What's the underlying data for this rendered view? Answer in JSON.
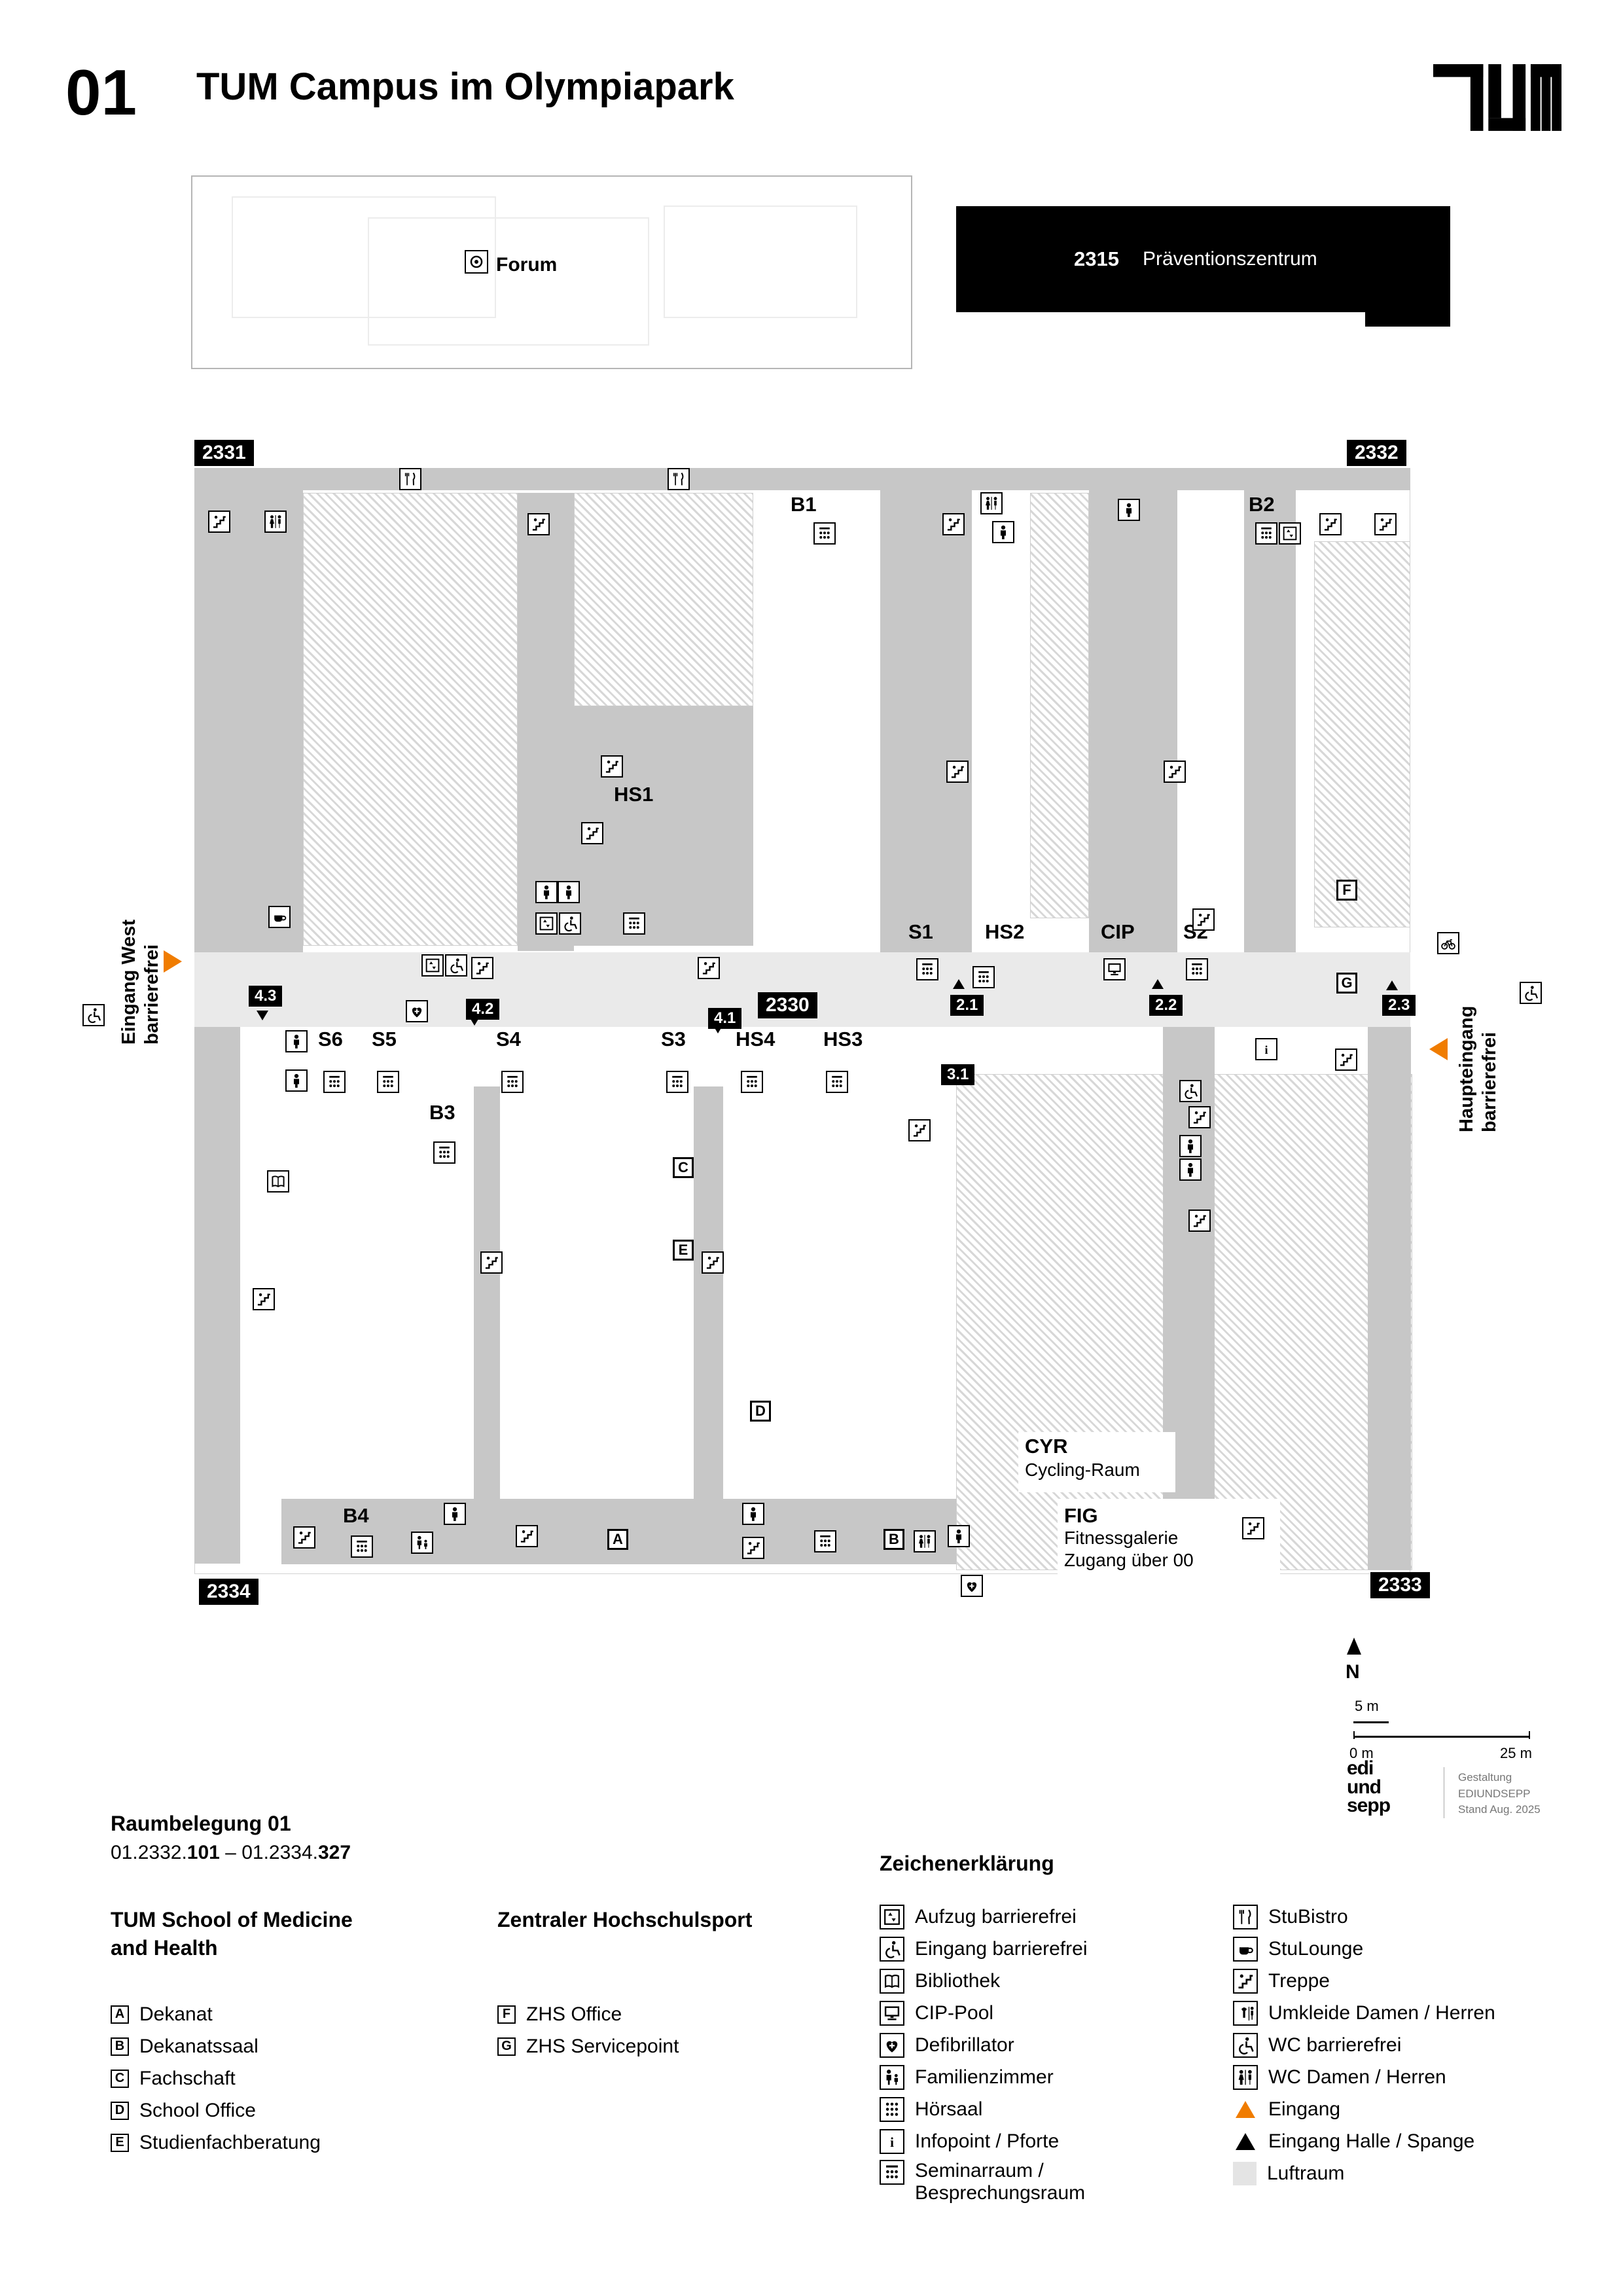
{
  "colors": {
    "accent": "#f07c00",
    "wall": "#c7c7c7",
    "corridor": "#eaeaea",
    "black": "#000000"
  },
  "header": {
    "page_number": "01",
    "title": "TUM Campus im Olympiapark",
    "logo": "TUM"
  },
  "overview": {
    "label": "Forum",
    "shapes": [
      [
        352,
        298,
        404,
        186
      ],
      [
        560,
        330,
        430,
        196
      ],
      [
        1012,
        312,
        296,
        172
      ]
    ]
  },
  "highlight": {
    "number": "2315",
    "label": "Präventionszentrum"
  },
  "plan": {
    "entrances": {
      "west1": "Eingang West",
      "west2": "barrierefrei",
      "main1": "Haupteingang",
      "main2": "barrierefrei"
    },
    "areas": [
      [
        "base",
        297,
        715,
        1858,
        1690
      ],
      [
        "wall",
        297,
        715,
        1858,
        34
      ],
      [
        "wall",
        297,
        749,
        166,
        706
      ],
      [
        "hatch",
        463,
        753,
        328,
        692
      ],
      [
        "wall",
        791,
        753,
        86,
        700
      ],
      [
        "hatch",
        877,
        753,
        274,
        326
      ],
      [
        "wall",
        877,
        1079,
        274,
        366
      ],
      [
        "wall",
        1345,
        749,
        140,
        706
      ],
      [
        "hatch",
        1574,
        753,
        90,
        650
      ],
      [
        "wall",
        1664,
        749,
        135,
        706
      ],
      [
        "wall",
        1901,
        749,
        79,
        706
      ],
      [
        "hatch",
        2008,
        827,
        147,
        590
      ],
      [
        "corridor",
        297,
        1455,
        1858,
        114
      ],
      [
        "wall",
        297,
        1569,
        70,
        820
      ],
      [
        "hatch",
        1461,
        1641,
        697,
        758
      ],
      [
        "wall",
        1777,
        1569,
        79,
        790
      ],
      [
        "wall",
        724,
        1660,
        40,
        630
      ],
      [
        "wall",
        1060,
        1660,
        45,
        630
      ],
      [
        "wall",
        430,
        2290,
        1031,
        100
      ],
      [
        "wall",
        2090,
        1569,
        66,
        830
      ],
      [
        "white",
        1556,
        2188,
        240,
        92
      ],
      [
        "white",
        1616,
        2290,
        340,
        122
      ]
    ],
    "labels": [
      [
        "B1",
        1208,
        755,
        "room"
      ],
      [
        "B2",
        1908,
        755,
        "room"
      ],
      [
        "HS1",
        938,
        1198,
        "room"
      ],
      [
        "S1",
        1388,
        1408,
        "room"
      ],
      [
        "HS2",
        1505,
        1408,
        "room"
      ],
      [
        "CIP",
        1682,
        1408,
        "room"
      ],
      [
        "S2",
        1808,
        1408,
        "room"
      ],
      [
        "S6",
        486,
        1572,
        "room"
      ],
      [
        "S5",
        568,
        1572,
        "room"
      ],
      [
        "S4",
        758,
        1572,
        "room"
      ],
      [
        "S3",
        1010,
        1572,
        "room"
      ],
      [
        "HS4",
        1124,
        1572,
        "room"
      ],
      [
        "HS3",
        1258,
        1572,
        "room"
      ],
      [
        "B3",
        656,
        1684,
        "room"
      ],
      [
        "B4",
        524,
        2300,
        "room"
      ],
      [
        "CYR",
        1566,
        2194,
        "room"
      ],
      [
        "Cycling-Raum",
        1566,
        2232,
        "sub"
      ],
      [
        "FIG",
        1626,
        2300,
        "room"
      ],
      [
        "Fitnessgalerie",
        1626,
        2336,
        "sub"
      ],
      [
        "Zugang über 00",
        1626,
        2370,
        "sub"
      ]
    ],
    "badges": [
      [
        "2331",
        297,
        672,
        "corner"
      ],
      [
        "2332",
        2058,
        672,
        "corner"
      ],
      [
        "2334",
        304,
        2412,
        "corner"
      ],
      [
        "2333",
        2094,
        2402,
        "corner"
      ],
      [
        "2330",
        1158,
        1516,
        "corner"
      ],
      [
        "4.3",
        380,
        1506,
        "badge"
      ],
      [
        "4.2",
        712,
        1526,
        "badge"
      ],
      [
        "4.1",
        1082,
        1540,
        "badge"
      ],
      [
        "2.1",
        1452,
        1520,
        "badge"
      ],
      [
        "2.2",
        1756,
        1520,
        "badge"
      ],
      [
        "2.3",
        2112,
        1520,
        "badge"
      ],
      [
        "3.1",
        1438,
        1626,
        "badge"
      ]
    ],
    "letters": [
      [
        "A",
        928,
        2336
      ],
      [
        "B",
        1350,
        2336
      ],
      [
        "C",
        1028,
        1768
      ],
      [
        "D",
        1146,
        2140
      ],
      [
        "E",
        1028,
        1894
      ],
      [
        "F",
        2042,
        1344
      ],
      [
        "G",
        2042,
        1486
      ]
    ],
    "icons": [
      [
        "bistro",
        610,
        715
      ],
      [
        "bistro",
        1020,
        715
      ],
      [
        "stairs",
        318,
        780
      ],
      [
        "wc",
        404,
        780
      ],
      [
        "stairs",
        806,
        784
      ],
      [
        "seminar",
        1243,
        798
      ],
      [
        "stairs",
        1440,
        784
      ],
      [
        "wc",
        1498,
        752
      ],
      [
        "person",
        1516,
        796
      ],
      [
        "person",
        1708,
        762
      ],
      [
        "seminar",
        1918,
        798
      ],
      [
        "elevator",
        1954,
        798
      ],
      [
        "stairs",
        2016,
        784
      ],
      [
        "stairs",
        2100,
        784
      ],
      [
        "stairs",
        918,
        1154
      ],
      [
        "stairs",
        888,
        1256
      ],
      [
        "stairs",
        1446,
        1162
      ],
      [
        "stairs",
        1778,
        1162
      ],
      [
        "person",
        818,
        1346
      ],
      [
        "person",
        852,
        1346
      ],
      [
        "elevator",
        818,
        1394
      ],
      [
        "wheelchair",
        854,
        1394
      ],
      [
        "seminar",
        952,
        1394
      ],
      [
        "lounge",
        410,
        1384
      ],
      [
        "stairs",
        1822,
        1388
      ],
      [
        "elevator",
        644,
        1458
      ],
      [
        "wheelchair",
        680,
        1458
      ],
      [
        "defib",
        620,
        1528
      ],
      [
        "stairs",
        720,
        1462
      ],
      [
        "stairs",
        1066,
        1462
      ],
      [
        "seminar",
        1400,
        1464
      ],
      [
        "seminar",
        1486,
        1476
      ],
      [
        "monitor",
        1686,
        1464
      ],
      [
        "seminar",
        1812,
        1464
      ],
      [
        "info",
        1918,
        1586
      ],
      [
        "stairs",
        2040,
        1602
      ],
      [
        "person",
        436,
        1574
      ],
      [
        "person",
        436,
        1634
      ],
      [
        "seminar",
        494,
        1636
      ],
      [
        "seminar",
        576,
        1636
      ],
      [
        "seminar",
        766,
        1636
      ],
      [
        "seminar",
        1018,
        1636
      ],
      [
        "seminar",
        1132,
        1636
      ],
      [
        "seminar",
        1262,
        1636
      ],
      [
        "seminar",
        662,
        1744
      ],
      [
        "book",
        408,
        1788
      ],
      [
        "stairs",
        386,
        1968
      ],
      [
        "stairs",
        734,
        1912
      ],
      [
        "stairs",
        1072,
        1912
      ],
      [
        "stairs",
        1388,
        1710
      ],
      [
        "wheelchair",
        1802,
        1650
      ],
      [
        "stairs",
        1816,
        1690
      ],
      [
        "person",
        1802,
        1734
      ],
      [
        "person",
        1802,
        1770
      ],
      [
        "stairs",
        1816,
        1848
      ],
      [
        "stairs",
        448,
        2332
      ],
      [
        "seminar",
        536,
        2346
      ],
      [
        "family",
        628,
        2340
      ],
      [
        "person",
        678,
        2296
      ],
      [
        "stairs",
        788,
        2330
      ],
      [
        "person",
        1134,
        2296
      ],
      [
        "stairs",
        1134,
        2348
      ],
      [
        "seminar",
        1244,
        2338
      ],
      [
        "wc",
        1396,
        2338
      ],
      [
        "person",
        1448,
        2330
      ],
      [
        "defib",
        1468,
        2406
      ],
      [
        "stairs",
        1898,
        2318
      ],
      [
        "bike",
        2196,
        1424
      ],
      [
        "wheelchair",
        2322,
        1500
      ],
      [
        "wheelchair",
        126,
        1534
      ]
    ],
    "triangles": [
      [
        "right",
        "#f07c00",
        250,
        1452,
        "l"
      ],
      [
        "left",
        "#f07c00",
        2184,
        1586,
        "l"
      ],
      [
        "down",
        "#000000",
        392,
        1544,
        "s"
      ],
      [
        "down",
        "#000000",
        716,
        1552,
        "s"
      ],
      [
        "down",
        "#000000",
        1088,
        1564,
        "s"
      ],
      [
        "up",
        "#000000",
        1456,
        1496,
        "s"
      ],
      [
        "up",
        "#000000",
        1760,
        1496,
        "s"
      ],
      [
        "up",
        "#000000",
        2118,
        1498,
        "s"
      ]
    ]
  },
  "footer": {
    "raum_title": "Raumbelegung 01",
    "range": {
      "p1": "01.2332.",
      "b1": "101",
      "p2": " – 01.2334.",
      "b2": "327"
    },
    "col1": {
      "heading1": "TUM School of Medicine",
      "heading2": "and Health",
      "items": [
        [
          "A",
          "Dekanat"
        ],
        [
          "B",
          "Dekanatssaal"
        ],
        [
          "C",
          "Fachschaft"
        ],
        [
          "D",
          "School Office"
        ],
        [
          "E",
          "Studienfachberatung"
        ]
      ]
    },
    "col2": {
      "heading": "Zentraler Hochschulsport",
      "items": [
        [
          "F",
          "ZHS Office"
        ],
        [
          "G",
          "ZHS Servicepoint"
        ]
      ]
    },
    "legend": {
      "heading": "Zeichenerklärung",
      "col1": [
        [
          "elevator",
          "Aufzug barrierefrei"
        ],
        [
          "wheelchair",
          "Eingang barrierefrei"
        ],
        [
          "book",
          "Bibliothek"
        ],
        [
          "monitor",
          "CIP-Pool"
        ],
        [
          "defib",
          "Defibrillator"
        ],
        [
          "family",
          "Familienzimmer"
        ],
        [
          "hoersaal",
          "Hörsaal"
        ],
        [
          "info",
          "Infopoint / Pforte"
        ],
        [
          "seminar",
          "Seminarraum /",
          "Besprechungsraum"
        ]
      ],
      "col2": [
        [
          "bistro",
          "StuBistro"
        ],
        [
          "lounge",
          "StuLounge"
        ],
        [
          "stairs",
          "Treppe"
        ],
        [
          "umkleide",
          "Umkleide Damen / Herren"
        ],
        [
          "wheelchair",
          "WC barrierefrei"
        ],
        [
          "wc",
          "WC Damen / Herren"
        ],
        [
          "tri-orange",
          "Eingang"
        ],
        [
          "tri-black",
          "Eingang Halle / Spange"
        ],
        [
          "luftraum",
          "Luftraum"
        ]
      ]
    }
  },
  "scale": {
    "n": "N",
    "five": "5 m",
    "zero": "0 m",
    "twentyfive": "25 m"
  },
  "credits": {
    "l1": "edi",
    "l2": "und",
    "l3": "sepp",
    "c1": "Gestaltung",
    "c2": "EDIUNDSEPP",
    "c3": "Stand Aug. 2025"
  }
}
